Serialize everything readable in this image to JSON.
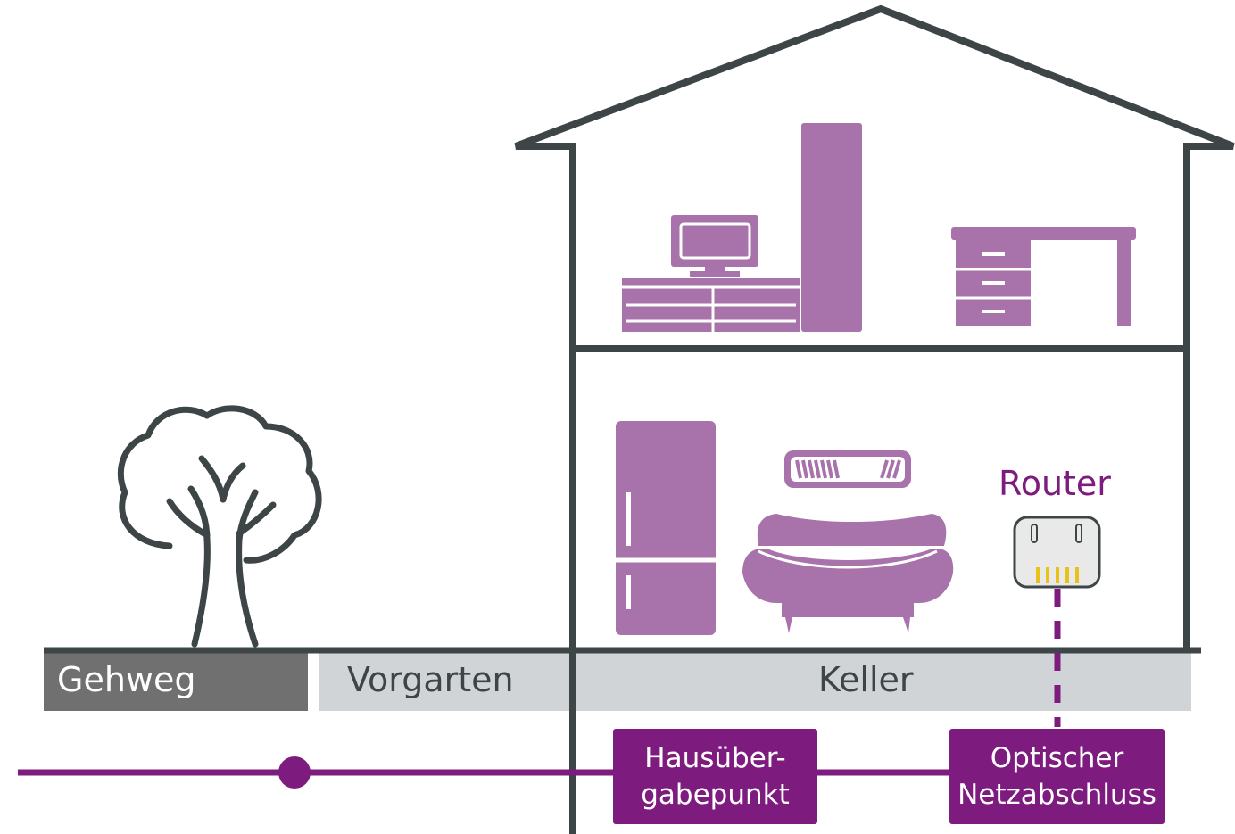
{
  "colors": {
    "outline": "#3d4547",
    "furniture": "#a873ab",
    "fiber": "#7d1b7e",
    "strip_dark": "#707070",
    "strip_light": "#d0d4d6",
    "router_led": "#e6c21b"
  },
  "icons": {
    "house": "house-outline-icon",
    "tree": "tree-icon",
    "tv": "tv-icon",
    "fridge": "fridge-icon",
    "sofa": "sofa-icon",
    "router": "router-icon"
  },
  "zones": {
    "gehweg": "Gehweg",
    "vorgarten": "Vorgarten",
    "keller": "Keller"
  },
  "router_label": "Router",
  "boxes": {
    "hup": {
      "line1": "Hausüber-",
      "line2": "gabepunkt"
    },
    "ont": {
      "line1": "Optischer",
      "line2": "Netzabschluss"
    }
  }
}
